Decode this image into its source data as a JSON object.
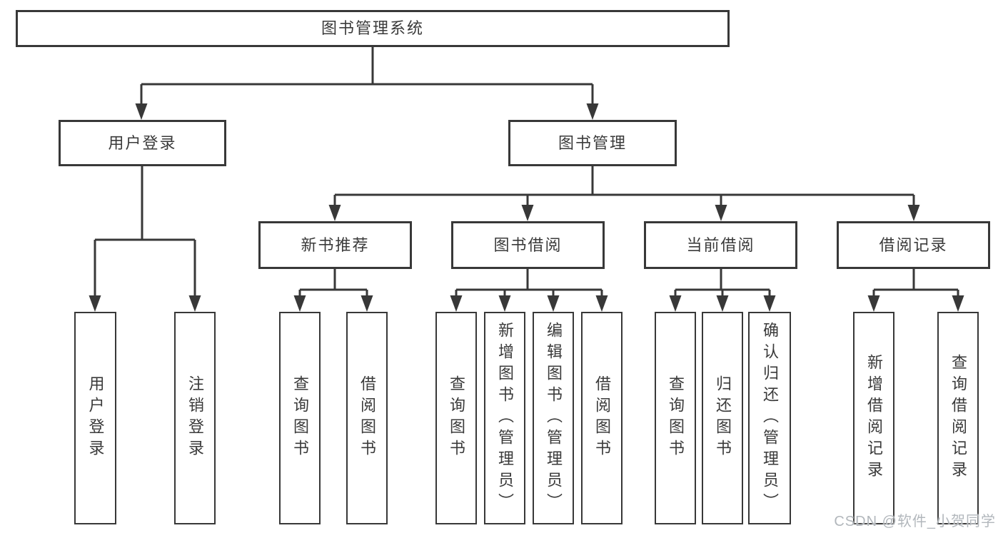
{
  "title": "图书管理系统",
  "watermark": "CSDN @软件_小贺同学",
  "colors": {
    "line": "#383838",
    "box_border": "#383838",
    "text": "#3a3a3a",
    "background": "#ffffff",
    "watermark": "#b2b7bc"
  },
  "chart_data": {
    "type": "tree-diagram",
    "root": "图书管理系统",
    "children": [
      {
        "label": "用户登录",
        "children": [
          "用户登录",
          "注销登录"
        ]
      },
      {
        "label": "图书管理",
        "children": [
          {
            "label": "新书推荐",
            "children": [
              "查询图书",
              "借阅图书"
            ]
          },
          {
            "label": "图书借阅",
            "children": [
              "查询图书",
              "新增图书（管理员）",
              "编辑图书（管理员）",
              "借阅图书"
            ]
          },
          {
            "label": "当前借阅",
            "children": [
              "查询图书",
              "归还图书",
              "确认归还（管理员）"
            ]
          },
          {
            "label": "借阅记录",
            "children": [
              "新增借阅记录",
              "查询借阅记录"
            ]
          }
        ]
      }
    ]
  },
  "nodes": {
    "root": {
      "label": "图书管理系统"
    },
    "level2": [
      {
        "label": "用户登录"
      },
      {
        "label": "图书管理"
      }
    ],
    "level3": [
      {
        "label": "新书推荐"
      },
      {
        "label": "图书借阅"
      },
      {
        "label": "当前借阅"
      },
      {
        "label": "借阅记录"
      }
    ],
    "leaves": [
      {
        "label": "用户登录"
      },
      {
        "label": "注销登录"
      },
      {
        "label": "查询图书"
      },
      {
        "label": "借阅图书"
      },
      {
        "label": "查询图书"
      },
      {
        "label": "新增图书（管理员）"
      },
      {
        "label": "编辑图书（管理员）"
      },
      {
        "label": "借阅图书"
      },
      {
        "label": "查询图书"
      },
      {
        "label": "归还图书"
      },
      {
        "label": "确认归还（管理员）"
      },
      {
        "label": "新增借阅记录"
      },
      {
        "label": "查询借阅记录"
      }
    ]
  }
}
